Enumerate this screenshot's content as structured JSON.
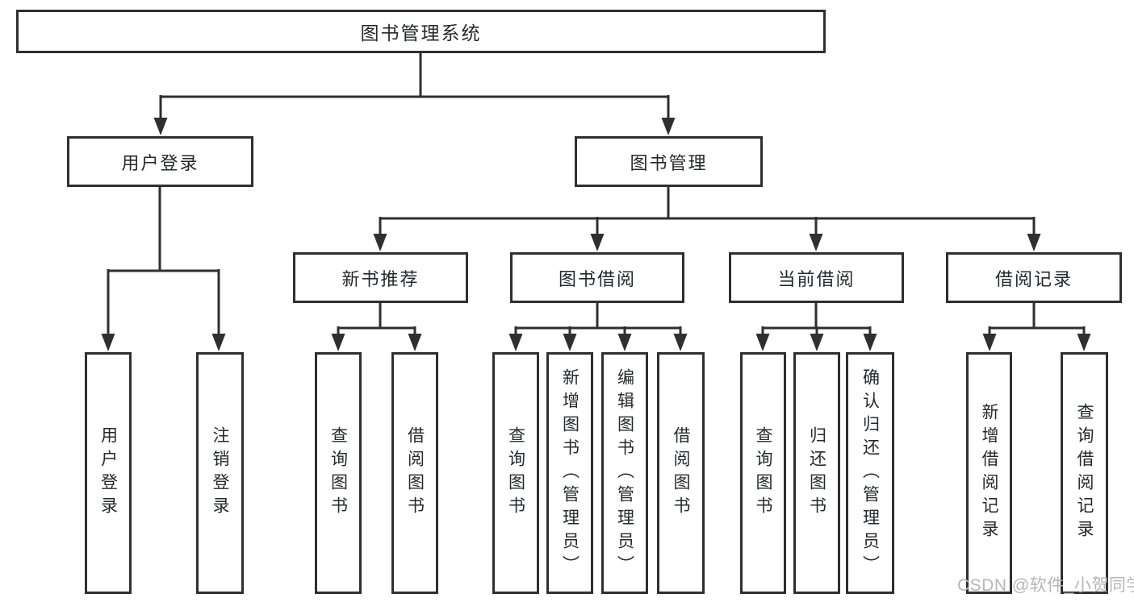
{
  "tree": {
    "label": "图书管理系统",
    "children": [
      {
        "label": "用户登录",
        "children": [
          {
            "label": "用户登录"
          },
          {
            "label": "注销登录"
          }
        ]
      },
      {
        "label": "图书管理",
        "children": [
          {
            "label": "新书推荐",
            "children": [
              {
                "label": "查询图书"
              },
              {
                "label": "借阅图书"
              }
            ]
          },
          {
            "label": "图书借阅",
            "children": [
              {
                "label": "查询图书"
              },
              {
                "label": "新增图书（管理员）"
              },
              {
                "label": "编辑图书（管理员）"
              },
              {
                "label": "借阅图书"
              }
            ]
          },
          {
            "label": "当前借阅",
            "children": [
              {
                "label": "查询图书"
              },
              {
                "label": "归还图书"
              },
              {
                "label": "确认归还（管理员）"
              }
            ]
          },
          {
            "label": "借阅记录",
            "children": [
              {
                "label": "新增借阅记录"
              },
              {
                "label": "查询借阅记录"
              }
            ]
          }
        ]
      }
    ]
  },
  "watermark": {
    "text": "CSDN @软件_小贺同学"
  },
  "colors": {
    "line": "#2f2f2f",
    "text": "#26282d",
    "watermark": "#b6b6b6",
    "background": "#ffffff"
  }
}
